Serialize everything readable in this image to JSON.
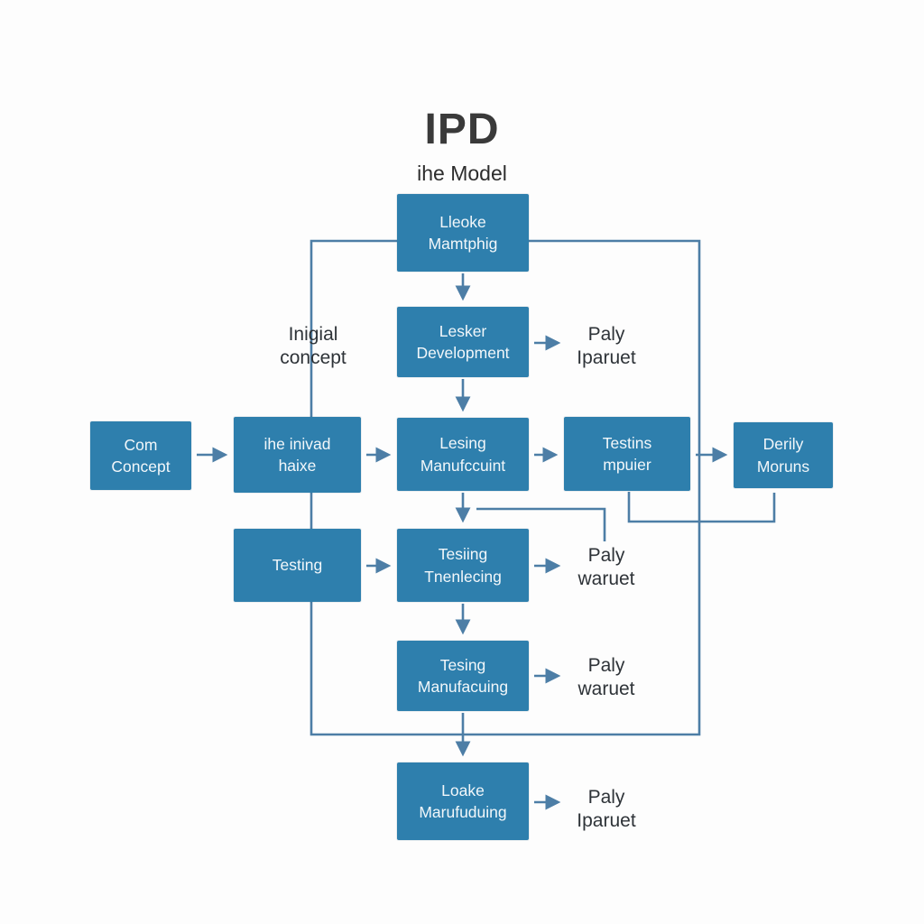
{
  "title": {
    "main": "IPD",
    "subtitle": "ihe Model"
  },
  "colors": {
    "box_fill": "#2e7fad",
    "box_text": "#f2f7fa",
    "connector": "#4d7ea6",
    "heading_text": "#3a3a3a",
    "label_text": "#2e3338",
    "background": "#fdfdfd"
  },
  "boxes": {
    "top": {
      "line1": "Lleoke",
      "line2": "Mamtphig"
    },
    "development": {
      "line1": "Lesker",
      "line2": "Development"
    },
    "center": {
      "line1": "Lesing",
      "line2": "Manufccuint"
    },
    "testing_mid": {
      "line1": "Tesiing",
      "line2": "Tnenlecing"
    },
    "manufacturing": {
      "line1": "Tesing",
      "line2": "Manufacuing"
    },
    "bottom": {
      "line1": "Loake",
      "line2": "Marufuduing"
    },
    "concept": {
      "line1": "Com",
      "line2": "Concept"
    },
    "initial": {
      "line1": "ihe inivad",
      "line2": "haixe"
    },
    "testing_left": {
      "line1": "Testing"
    },
    "testins": {
      "line1": "Testins",
      "line2": "mpuier"
    },
    "daily": {
      "line1": "Derily",
      "line2": "Moruns"
    }
  },
  "labels": {
    "initial_concept": {
      "line1": "Inigial",
      "line2": "concept"
    },
    "paly_top": {
      "line1": "Paly",
      "line2": "Iparuet"
    },
    "paly_mid": {
      "line1": "Paly",
      "line2": "waruet"
    },
    "paly_low": {
      "line1": "Paly",
      "line2": "waruet"
    },
    "paly_bottom": {
      "line1": "Paly",
      "line2": "Iparuet"
    }
  }
}
